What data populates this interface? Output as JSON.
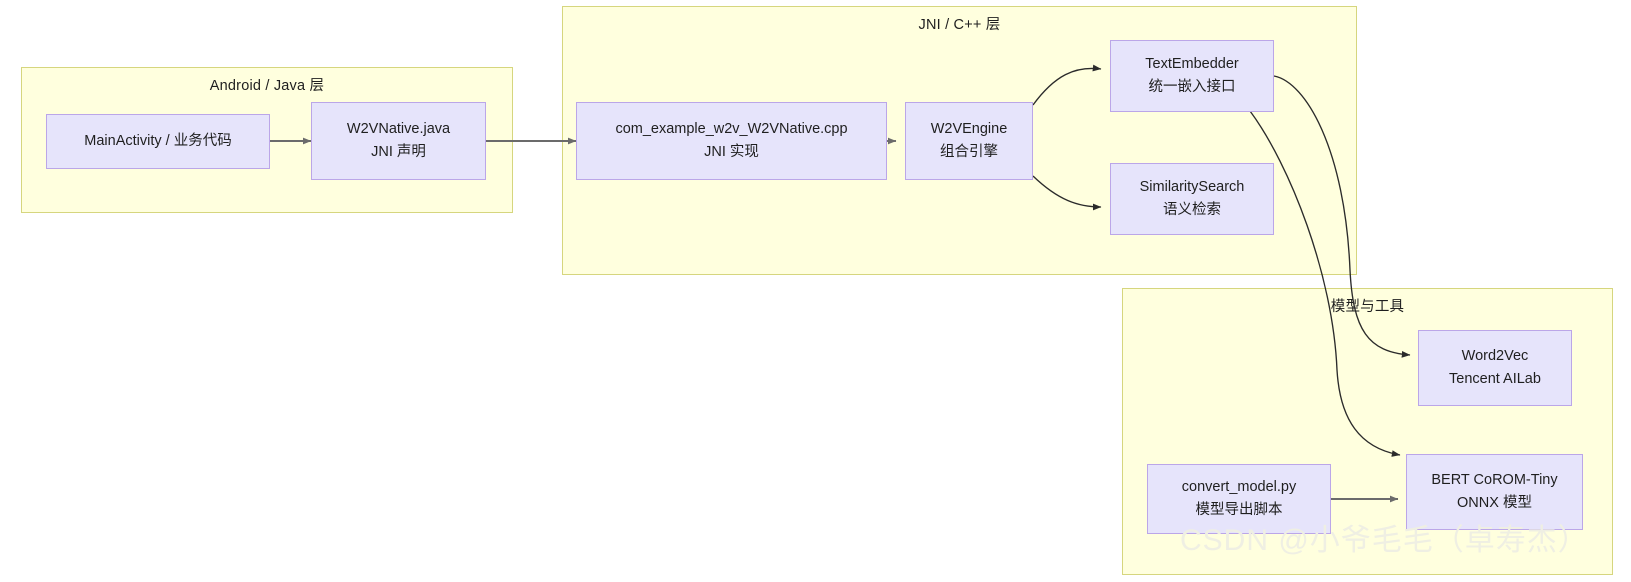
{
  "diagram": {
    "groups": [
      {
        "id": "android",
        "title": "Android / Java 层"
      },
      {
        "id": "jni",
        "title": "JNI / C++ 层"
      },
      {
        "id": "models",
        "title": "模型与工具"
      }
    ],
    "nodes": [
      {
        "id": "main-activity",
        "line1": "MainActivity / 业务代码",
        "line2": ""
      },
      {
        "id": "w2v-native-java",
        "line1": "W2VNative.java",
        "line2": "JNI 声明"
      },
      {
        "id": "w2v-native-cpp",
        "line1": "com_example_w2v_W2VNative.cpp",
        "line2": "JNI 实现"
      },
      {
        "id": "w2v-engine",
        "line1": "W2VEngine",
        "line2": "组合引擎"
      },
      {
        "id": "text-embedder",
        "line1": "TextEmbedder",
        "line2": "统一嵌入接口"
      },
      {
        "id": "similarity-search",
        "line1": "SimilaritySearch",
        "line2": "语义检索"
      },
      {
        "id": "word2vec",
        "line1": "Word2Vec",
        "line2": "Tencent AILab"
      },
      {
        "id": "bert",
        "line1": "BERT CoROM-Tiny",
        "line2": "ONNX 模型"
      },
      {
        "id": "convert-model",
        "line1": "convert_model.py",
        "line2": "模型导出脚本"
      }
    ],
    "watermark": "CSDN @小爷毛毛（卓寿杰）",
    "colors": {
      "group_fill": "#ffffde",
      "group_border": "#d6d67e",
      "node_fill": "#e6e4fb",
      "node_border": "#bba6e8",
      "edge": "#6b6b6b",
      "text": "#1f1f1f"
    }
  }
}
